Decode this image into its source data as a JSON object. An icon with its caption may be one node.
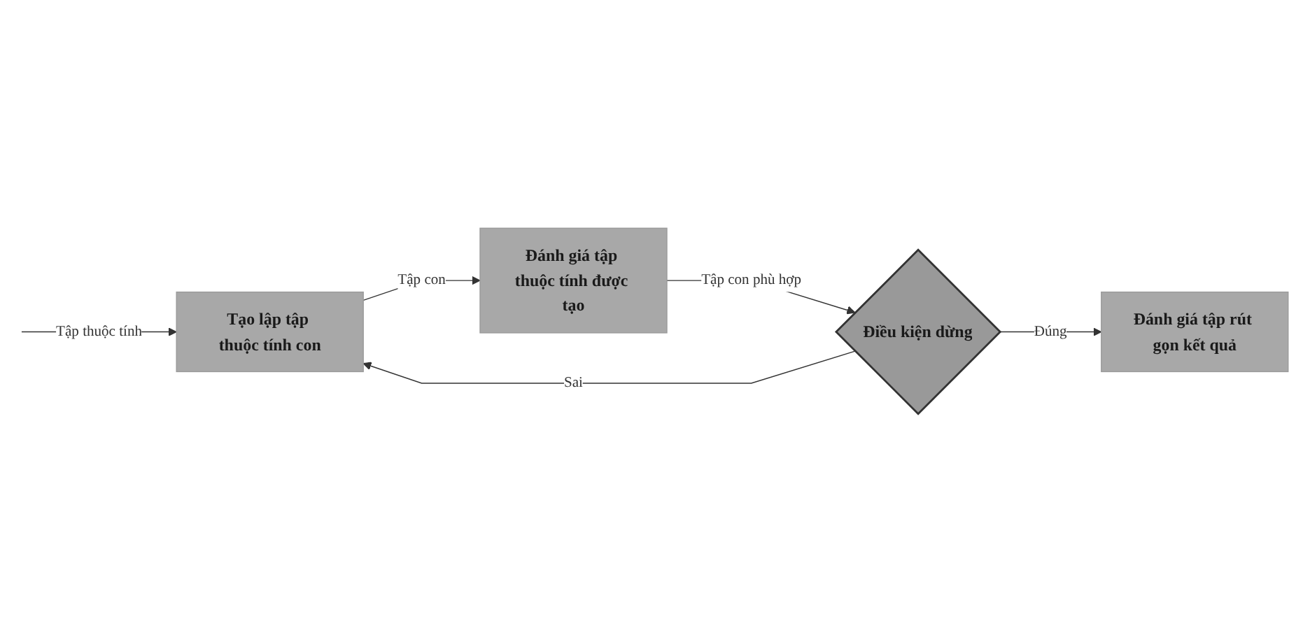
{
  "diagram": {
    "nodes": [
      {
        "text": [
          "Tạo lập tập thuộc tính con"
        ]
      },
      {
        "text": [
          "Đánh giá tập thuộc tính được tạo"
        ]
      },
      {
        "text": [
          "Điều kiện dừng"
        ]
      },
      {
        "text": [
          "Đánh giá tập rút gọn kết quả"
        ]
      }
    ],
    "edges": [
      {
        "from": null,
        "to": 0,
        "arrow": "to",
        "label": "Tập thuộc tính"
      },
      {
        "from": 0,
        "to": 1,
        "arrow": "to",
        "label": "Tập con"
      },
      {
        "from": 1,
        "to": 2,
        "arrow": "to",
        "label": "Tập con phù hợp"
      },
      {
        "from": 2,
        "to": 0,
        "arrow": "to",
        "label": "Sai"
      },
      {
        "from": 2,
        "to": 3,
        "arrow": "to",
        "label": "Đúng"
      }
    ]
  }
}
